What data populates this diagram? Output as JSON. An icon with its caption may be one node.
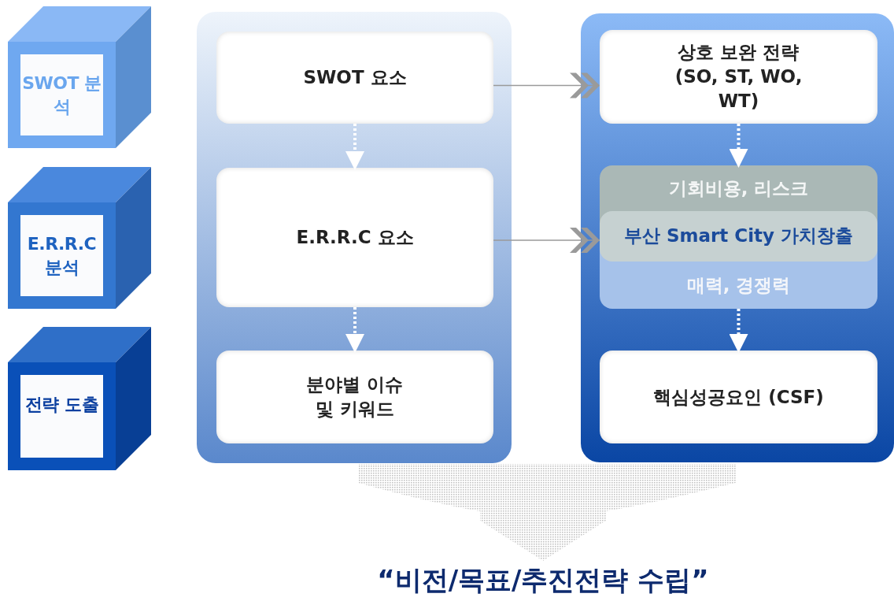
{
  "diagram": {
    "nodes": [
      {
        "text": [
          "SWOT 분석"
        ]
      },
      {
        "text": [
          "E.R.R.C 분석"
        ]
      },
      {
        "text": [
          "전략 도출"
        ]
      },
      {
        "text": [],
        "shape": "box"
      },
      {
        "text": [
          "SWOT 요소"
        ],
        "in": 3
      },
      {
        "text": [
          "E.R.R.C 요소"
        ],
        "in": 3
      },
      {
        "text": [
          "분야별 이슈 및 키워드"
        ],
        "in": 3
      },
      {
        "text": [],
        "shape": "box"
      },
      {
        "text": [
          "상호 보완 전략 (SO, ST, WO, WT)"
        ],
        "in": 7
      },
      {
        "text": [
          "기회비용, 리스크",
          "매력, 경쟁력"
        ],
        "in": 7
      },
      {
        "text": [
          "부산 Smart City 가치창출"
        ],
        "in": 9
      },
      {
        "text": [
          "핵심성공요인 (CSF)"
        ],
        "in": 7
      },
      {
        "text": [
          "“비전/목표/추진전략 수립”"
        ]
      }
    ],
    "edges": [
      {
        "from": 4,
        "to": 5,
        "arrow": "to",
        "style": "dashed"
      },
      {
        "from": 5,
        "to": 6,
        "arrow": "to",
        "style": "dashed"
      },
      {
        "from": 8,
        "to": 9,
        "arrow": "to",
        "style": "dashed"
      },
      {
        "from": 9,
        "to": 11,
        "arrow": "to",
        "style": "dashed"
      },
      {
        "from": 4,
        "to": 8,
        "arrow": "to",
        "color": "#9a9a9a"
      },
      {
        "from": 5,
        "to": 9,
        "arrow": "to",
        "color": "#9a9a9a"
      },
      {
        "from": 3,
        "to": 12,
        "arrow": "to",
        "style": "thick",
        "color": "#c4c4c4"
      },
      {
        "from": 7,
        "to": 12,
        "arrow": "to",
        "style": "thick",
        "color": "#c4c4c4"
      }
    ]
  }
}
